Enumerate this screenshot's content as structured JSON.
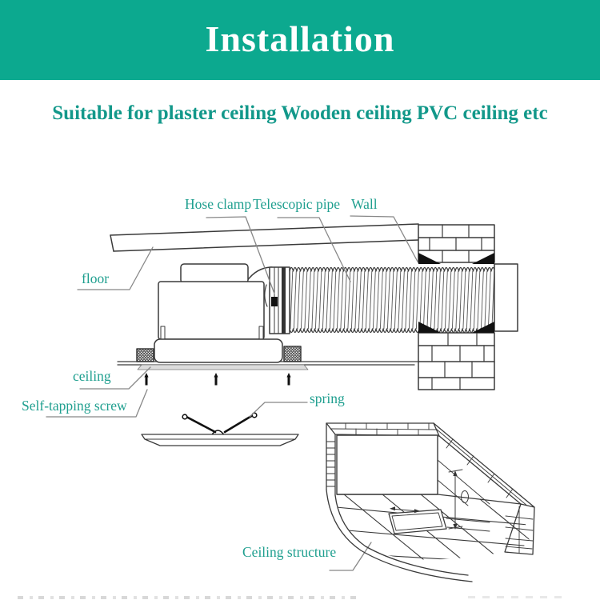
{
  "header": {
    "title": "Installation",
    "bg_color": "#0ca98f",
    "text_color": "#ffffff"
  },
  "subtitle": {
    "text": "Suitable for plaster ceiling Wooden ceiling PVC ceiling etc",
    "color": "#12988a"
  },
  "diagram": {
    "label_color": "#1f9f8f",
    "line_color": "#3a3a3a",
    "labels": {
      "hose_clamp": "Hose clamp",
      "telescopic_pipe": "Telescopic pipe",
      "wall": "Wall",
      "floor": "floor",
      "ceiling": "ceiling",
      "self_tapping_screw": "Self-tapping screw",
      "spring": "spring",
      "ceiling_structure": "Ceiling structure"
    }
  }
}
